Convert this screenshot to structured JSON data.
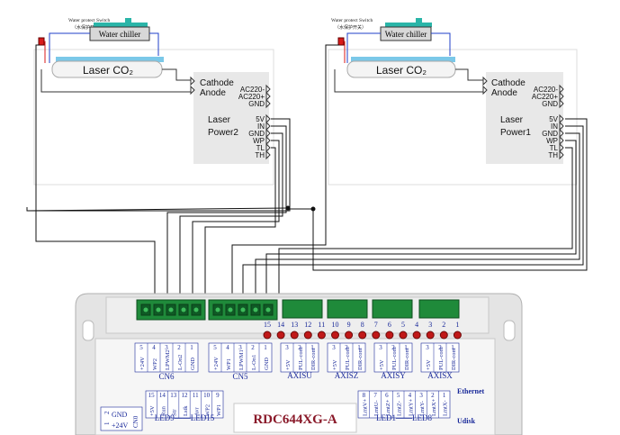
{
  "left_laser": {
    "water_protect_label": "Water protect Switch",
    "water_protect_sub": "（水保护开关）",
    "chiller_label": "Water chiller",
    "tube_label": "Laser CO₂",
    "psu_cathode": "Cathode",
    "psu_anode": "Anode",
    "psu_name_line1": "Laser",
    "psu_name_line2": "Power2",
    "psu_ac_pins": [
      "AC220-",
      "AC220+",
      "GND"
    ],
    "psu_signal_pins": [
      "5V",
      "IN",
      "GND",
      "WP",
      "TL",
      "TH"
    ]
  },
  "right_laser": {
    "water_protect_label": "Water protect Switch",
    "water_protect_sub": "（水保护开关）",
    "chiller_label": "Water chiller",
    "tube_label": "Laser CO₂",
    "psu_cathode": "Cathode",
    "psu_anode": "Anode",
    "psu_name_line1": "Laser",
    "psu_name_line2": "Power1",
    "psu_ac_pins": [
      "AC220-",
      "AC220+",
      "GND"
    ],
    "psu_signal_pins": [
      "5V",
      "IN",
      "GND",
      "WP",
      "TL",
      "TH"
    ]
  },
  "controller": {
    "model": "RDC644XG-A",
    "pin_numbers": [
      "15",
      "14",
      "13",
      "12",
      "11",
      "10",
      "9",
      "8",
      "7",
      "6",
      "5",
      "4",
      "3",
      "2",
      "1"
    ],
    "cn6": {
      "label": "CN6",
      "nums": [
        "5",
        "4",
        "3",
        "2",
        "1"
      ],
      "pins": [
        "+24V",
        "WP2",
        "LPWM2",
        "L-On2",
        "GND"
      ]
    },
    "cn5": {
      "label": "CN5",
      "nums": [
        "5",
        "4",
        "3",
        "2",
        "1"
      ],
      "pins": [
        "+24V",
        "WP1",
        "LPWM1",
        "L-On1",
        "GND"
      ]
    },
    "axisu": {
      "label": "AXISU",
      "nums": [
        "3",
        "2",
        "1"
      ],
      "pins": [
        "+5V",
        "PUL-com",
        "DIR-com"
      ]
    },
    "axisz": {
      "label": "AXISZ",
      "nums": [
        "3",
        "2",
        "1"
      ],
      "pins": [
        "+5V",
        "PUL-com",
        "DIR-com"
      ]
    },
    "axisy": {
      "label": "AXISY",
      "nums": [
        "3",
        "2",
        "1"
      ],
      "pins": [
        "+5V",
        "PUL-com",
        "DIR-com"
      ]
    },
    "axisx": {
      "label": "AXISX",
      "nums": [
        "3",
        "2",
        "1"
      ],
      "pins": [
        "+5V",
        "PUL-com",
        "DIR-com"
      ]
    },
    "led_left": {
      "label": "LED9——LED15",
      "nums": [
        "15",
        "14",
        "13",
        "12",
        "11",
        "10",
        "9"
      ],
      "pins": [
        "+5V",
        "Run",
        "Str",
        "Lsik",
        "Avr",
        "WP2",
        "WP1"
      ]
    },
    "led_right": {
      "label": "LED1——LED8",
      "nums": [
        "8",
        "7",
        "6",
        "5",
        "4",
        "3",
        "2",
        "1"
      ],
      "pins": [
        "LmtV+",
        "LmtU-",
        "LmtZ+",
        "LmtZ-",
        "LmtY+",
        "LmtY-",
        "LmtX+",
        "LmtX-"
      ]
    },
    "power_nums": [
      "2",
      "1"
    ],
    "power_pins": [
      "GND",
      "+24V"
    ],
    "power_label": "CN0",
    "ethernet_label": "Ethernet",
    "udisk_label": "Udisk"
  },
  "colors": {
    "chiller_body": "#2ab5a8",
    "tube_body": "#9cd5ee",
    "board_body": "#e6e6e6",
    "connector_green": "#1f8a3a",
    "led_red": "#c01818",
    "pin_label_blue": "#1a2a9a",
    "model_text_red": "#8a1a2a",
    "water_line_blue": "#1f3fc8"
  }
}
